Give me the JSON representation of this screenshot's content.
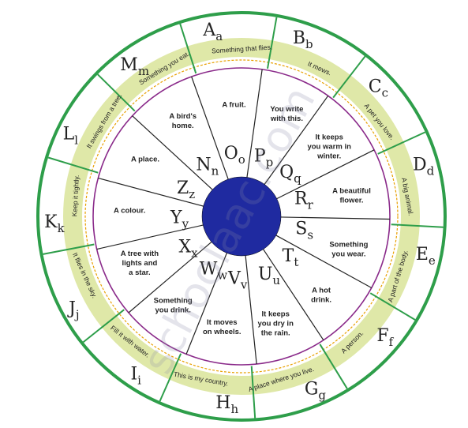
{
  "colors": {
    "green": "#2e9e4a",
    "band": "#dfe8a8",
    "band_dash": "#e8a000",
    "purple": "#8a2a8a",
    "hub": "#1f2aa0",
    "line": "#222222"
  },
  "watermark": "schoolaac.com",
  "outer_ring": [
    {
      "letter": "Bb",
      "clue": "It mews."
    },
    {
      "letter": "Cc",
      "clue": "A pet you love."
    },
    {
      "letter": "Dd",
      "clue": "A big animal."
    },
    {
      "letter": "Ee",
      "clue": "A part of the body."
    },
    {
      "letter": "Ff",
      "clue": "A person."
    },
    {
      "letter": "Gg",
      "clue": "A place where you live."
    },
    {
      "letter": "Hh",
      "clue": "This is my country."
    },
    {
      "letter": "Ii",
      "clue": "Fill it with water."
    },
    {
      "letter": "Jj",
      "clue": "It flies in the sky."
    },
    {
      "letter": "Kk",
      "clue": "Keep it tightly."
    },
    {
      "letter": "Ll",
      "clue": "It swings from a tree."
    },
    {
      "letter": "Mm",
      "clue": "Something you eat."
    },
    {
      "letter": "Aa",
      "clue": "Something that flies."
    }
  ],
  "inner_ring": [
    {
      "letter": "Pp",
      "clue": [
        "You write",
        "with this."
      ]
    },
    {
      "letter": "Qq",
      "clue": [
        "It keeps",
        "you warm in",
        "winter."
      ]
    },
    {
      "letter": "Rr",
      "clue": [
        "A beautiful",
        "flower."
      ]
    },
    {
      "letter": "Ss",
      "clue": [
        "Something",
        "you wear."
      ]
    },
    {
      "letter": "Tt",
      "clue": [
        "A hot",
        "drink."
      ]
    },
    {
      "letter": "Uu",
      "clue": [
        "It keeps",
        "you dry in",
        "the rain."
      ]
    },
    {
      "letter": "Vv",
      "clue": [
        "It moves",
        "on wheels."
      ]
    },
    {
      "letter": "Ww",
      "clue": [
        "Something",
        "you drink."
      ]
    },
    {
      "letter": "Xx",
      "clue": [
        "A tree with",
        "lights and",
        "a star."
      ]
    },
    {
      "letter": "Yy",
      "clue": [
        "A colour."
      ]
    },
    {
      "letter": "Zz",
      "clue": [
        "A place."
      ]
    },
    {
      "letter": "Nn",
      "clue": [
        "A bird's",
        "home."
      ]
    },
    {
      "letter": "Oo",
      "clue": [
        "A fruit."
      ]
    }
  ]
}
